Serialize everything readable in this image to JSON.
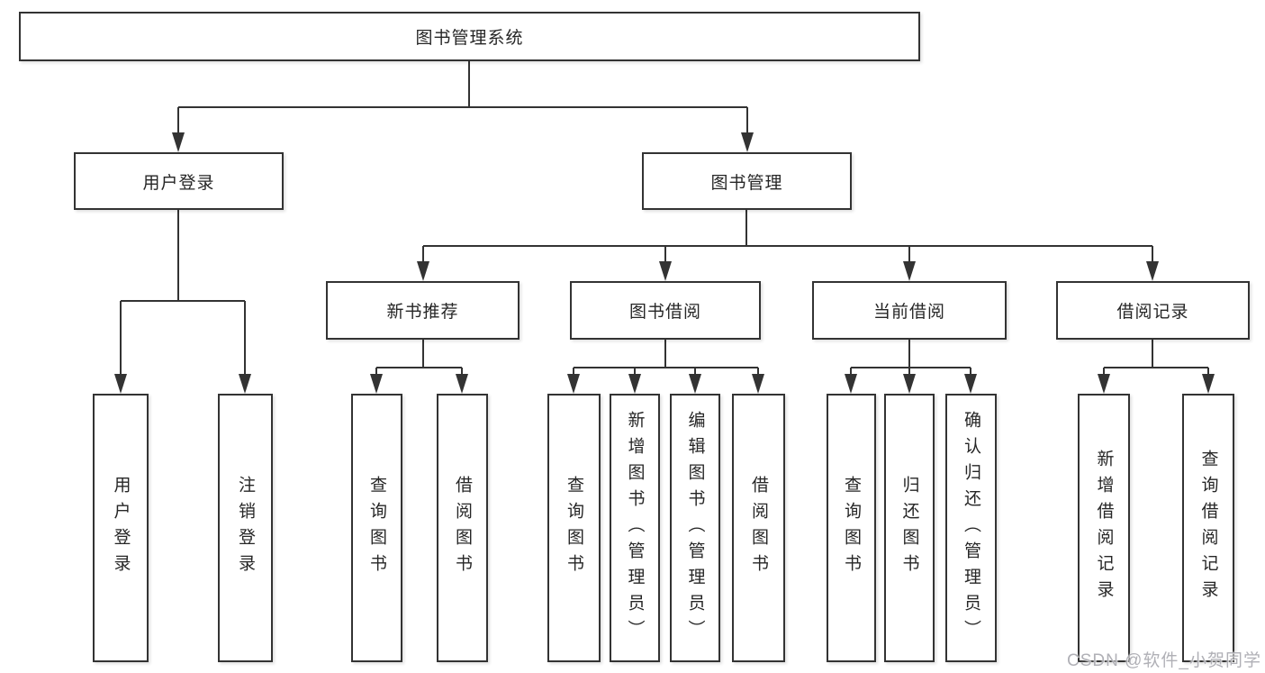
{
  "watermark": "CSDN @软件_小贺同学",
  "tree": {
    "label": "图书管理系统",
    "children": [
      {
        "label": "用户登录",
        "children": [
          {
            "label": "用户登录"
          },
          {
            "label": "注销登录"
          }
        ]
      },
      {
        "label": "图书管理",
        "children": [
          {
            "label": "新书推荐",
            "children": [
              {
                "label": "查询图书"
              },
              {
                "label": "借阅图书"
              }
            ]
          },
          {
            "label": "图书借阅",
            "children": [
              {
                "label": "查询图书"
              },
              {
                "label": "新增图书（管理员）"
              },
              {
                "label": "编辑图书（管理员）"
              },
              {
                "label": "借阅图书"
              }
            ]
          },
          {
            "label": "当前借阅",
            "children": [
              {
                "label": "查询图书"
              },
              {
                "label": "归还图书"
              },
              {
                "label": "确认归还（管理员）"
              }
            ]
          },
          {
            "label": "借阅记录",
            "children": [
              {
                "label": "新增借阅记录"
              },
              {
                "label": "查询借阅记录"
              }
            ]
          }
        ]
      }
    ]
  },
  "colors": {
    "line": "#333333",
    "box_border": "#333333",
    "text": "#262626",
    "background": "#ffffff",
    "watermark": "#acacb2"
  }
}
